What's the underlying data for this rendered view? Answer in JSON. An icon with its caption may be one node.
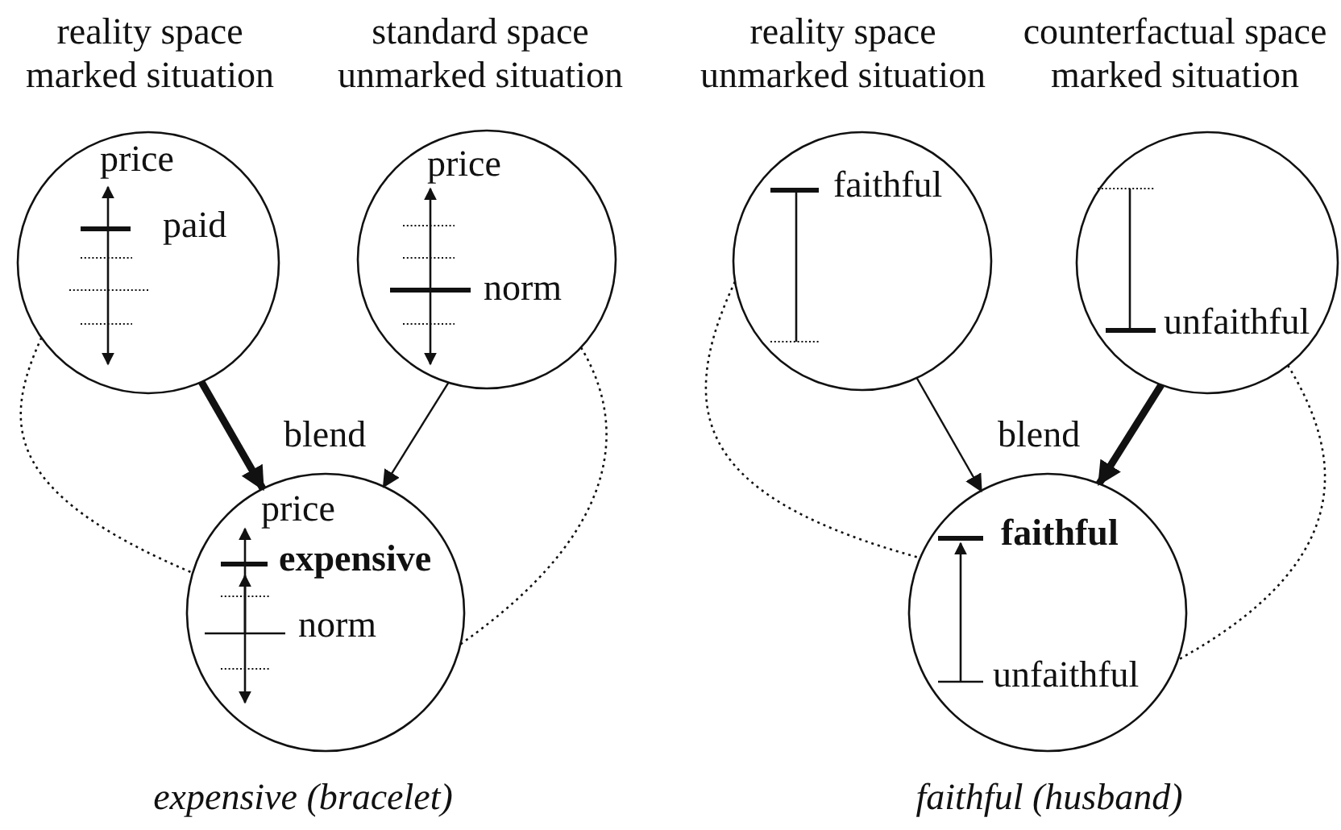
{
  "diagram": {
    "nodes": [
      {
        "text": [
          "reality space marked situation",
          "price",
          "paid"
        ]
      },
      {
        "text": [
          "standard space unmarked situation",
          "price",
          "norm"
        ]
      },
      {
        "text": [
          "price",
          "expensive",
          "norm"
        ],
        "beside": [
          "blend"
        ]
      },
      {
        "text": [
          "reality space unmarked situation",
          "faithful"
        ]
      },
      {
        "text": [
          "counterfactual space marked situation",
          "unfaithful"
        ]
      },
      {
        "text": [
          "faithful",
          "unfaithful"
        ],
        "beside": [
          "blend"
        ]
      }
    ],
    "edges": [
      {
        "from": 0,
        "to": 2,
        "arrow": "to",
        "style": "thick"
      },
      {
        "from": 1,
        "to": 2,
        "arrow": "to"
      },
      {
        "from": 0,
        "to": 2,
        "arrow": "none",
        "style": "dashed"
      },
      {
        "from": 1,
        "to": 2,
        "arrow": "none",
        "style": "dashed"
      },
      {
        "from": 3,
        "to": 5,
        "arrow": "to"
      },
      {
        "from": 4,
        "to": 5,
        "arrow": "to",
        "style": "thick"
      },
      {
        "from": 3,
        "to": 5,
        "arrow": "none",
        "style": "dashed"
      },
      {
        "from": 4,
        "to": 5,
        "arrow": "none",
        "style": "dashed"
      }
    ],
    "labels": [
      "expensive (bracelet)",
      "faithful (husband)"
    ]
  }
}
